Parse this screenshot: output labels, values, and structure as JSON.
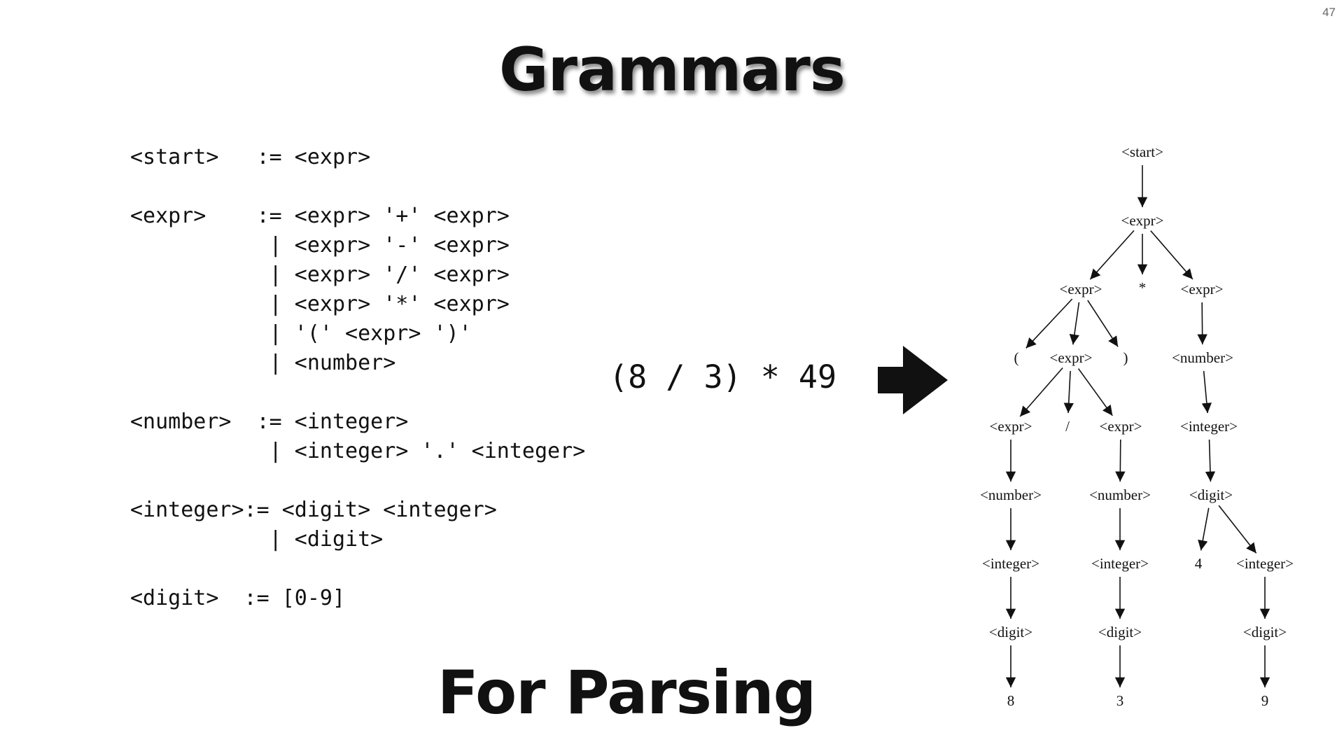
{
  "slide_number": "47",
  "title": "Grammars",
  "subtitle": "For Parsing",
  "grammar_lines": [
    "<start>   := <expr>",
    "",
    "<expr>    := <expr> '+' <expr>",
    "           | <expr> '-' <expr>",
    "           | <expr> '/' <expr>",
    "           | <expr> '*' <expr>",
    "           | '(' <expr> ')'",
    "           | <number>",
    "",
    "<number>  := <integer>",
    "           | <integer> '.' <integer>",
    "",
    "<integer>:= <digit> <integer>",
    "           | <digit>",
    "",
    "<digit>  := [0-9]"
  ],
  "input_expression": "(8 / 3) * 49",
  "parse_tree": {
    "nodes": [
      {
        "id": "n0",
        "label": "<start>"
      },
      {
        "id": "n1",
        "label": "<expr>"
      },
      {
        "id": "n2",
        "label": "<expr>"
      },
      {
        "id": "n3",
        "label": "*"
      },
      {
        "id": "n4",
        "label": "<expr>"
      },
      {
        "id": "n5",
        "label": "("
      },
      {
        "id": "n6",
        "label": "<expr>"
      },
      {
        "id": "n7",
        "label": ")"
      },
      {
        "id": "n8",
        "label": "<number>"
      },
      {
        "id": "n9",
        "label": "<expr>"
      },
      {
        "id": "n10",
        "label": "/"
      },
      {
        "id": "n11",
        "label": "<expr>"
      },
      {
        "id": "n12",
        "label": "<integer>"
      },
      {
        "id": "n13",
        "label": "<number>"
      },
      {
        "id": "n14",
        "label": "<number>"
      },
      {
        "id": "n15",
        "label": "<digit>"
      },
      {
        "id": "n16",
        "label": "<integer>"
      },
      {
        "id": "n17",
        "label": "<integer>"
      },
      {
        "id": "n18",
        "label": "4"
      },
      {
        "id": "n19",
        "label": "<integer>"
      },
      {
        "id": "n20",
        "label": "<digit>"
      },
      {
        "id": "n21",
        "label": "<digit>"
      },
      {
        "id": "n22",
        "label": "<digit>"
      },
      {
        "id": "n23",
        "label": "8"
      },
      {
        "id": "n24",
        "label": "3"
      },
      {
        "id": "n25",
        "label": "9"
      }
    ],
    "edges": [
      [
        "n0",
        "n1"
      ],
      [
        "n1",
        "n2"
      ],
      [
        "n1",
        "n3"
      ],
      [
        "n1",
        "n4"
      ],
      [
        "n2",
        "n5"
      ],
      [
        "n2",
        "n6"
      ],
      [
        "n2",
        "n7"
      ],
      [
        "n4",
        "n8"
      ],
      [
        "n6",
        "n9"
      ],
      [
        "n6",
        "n10"
      ],
      [
        "n6",
        "n11"
      ],
      [
        "n8",
        "n12"
      ],
      [
        "n9",
        "n13"
      ],
      [
        "n11",
        "n14"
      ],
      [
        "n12",
        "n15"
      ],
      [
        "n13",
        "n16"
      ],
      [
        "n14",
        "n17"
      ],
      [
        "n15",
        "n18"
      ],
      [
        "n15",
        "n19"
      ],
      [
        "n16",
        "n20"
      ],
      [
        "n17",
        "n21"
      ],
      [
        "n19",
        "n22"
      ],
      [
        "n20",
        "n23"
      ],
      [
        "n21",
        "n24"
      ],
      [
        "n22",
        "n25"
      ]
    ]
  }
}
